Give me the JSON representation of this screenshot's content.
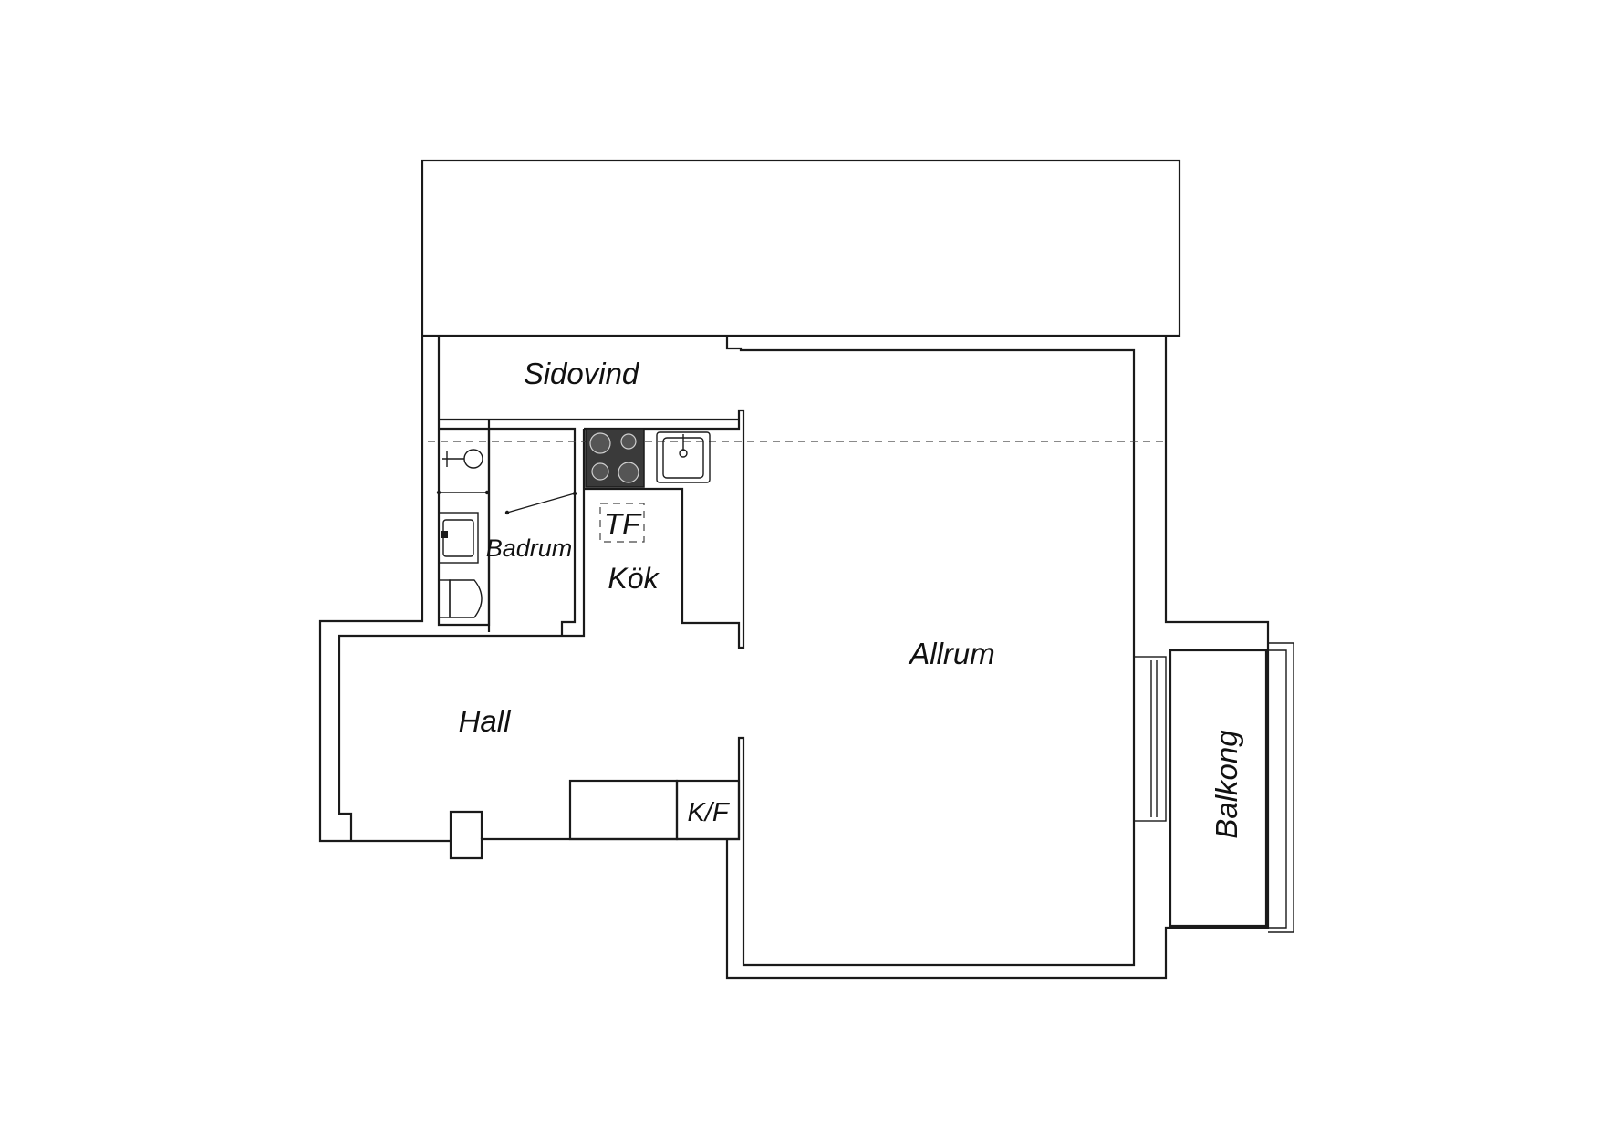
{
  "rooms": {
    "sidovind": "Sidovind",
    "badrum": "Badrum",
    "kok": "Kök",
    "allrum": "Allrum",
    "hall": "Hall",
    "balkong": "Balkong"
  },
  "fixtures": {
    "tf": "TF",
    "kf": "K/F"
  }
}
